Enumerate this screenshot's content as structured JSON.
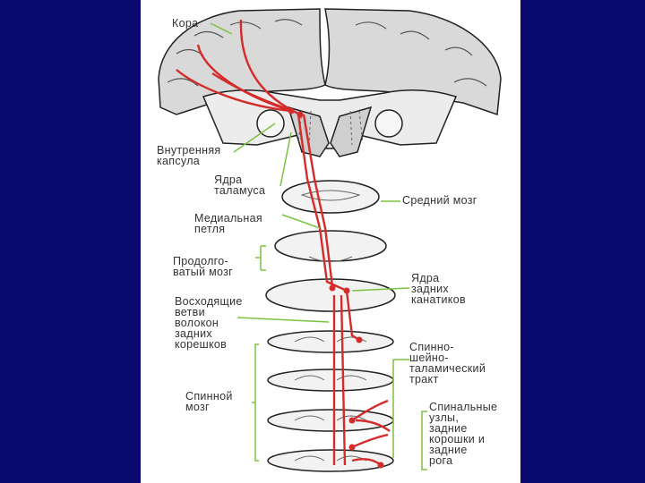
{
  "diagram": {
    "colors": {
      "background": "#0a0a6e",
      "slide": "#ffffff",
      "tract": "#d42b2b",
      "pointer": "#7cc242",
      "tissue": "#d9d9d9",
      "outline": "#222222"
    },
    "labels": {
      "cortex": "Кора",
      "internal_capsule": "Внутренняя\nкапсула",
      "thalamus_nuclei": "Ядра\nталамуса",
      "midbrain": "Средний мозг",
      "medial_lemniscus": "Медиальная\nпетля",
      "medulla": "Продолго-\nватый мозг",
      "dorsal_column_nuclei": "Ядра\nзадних\nканатиков",
      "ascending_branches": "Восходящие\nветви\nволокон\nзадних\nкорешков",
      "spinocervicothalamic_tract": "Спинно-\nшейно-\nталамический\nтракт",
      "spinal_cord": "Спинной\nмозг",
      "spinal_ganglia": "Спинальные\nузлы,\nзадние\nкорошки и\nзадние\nрога"
    }
  }
}
